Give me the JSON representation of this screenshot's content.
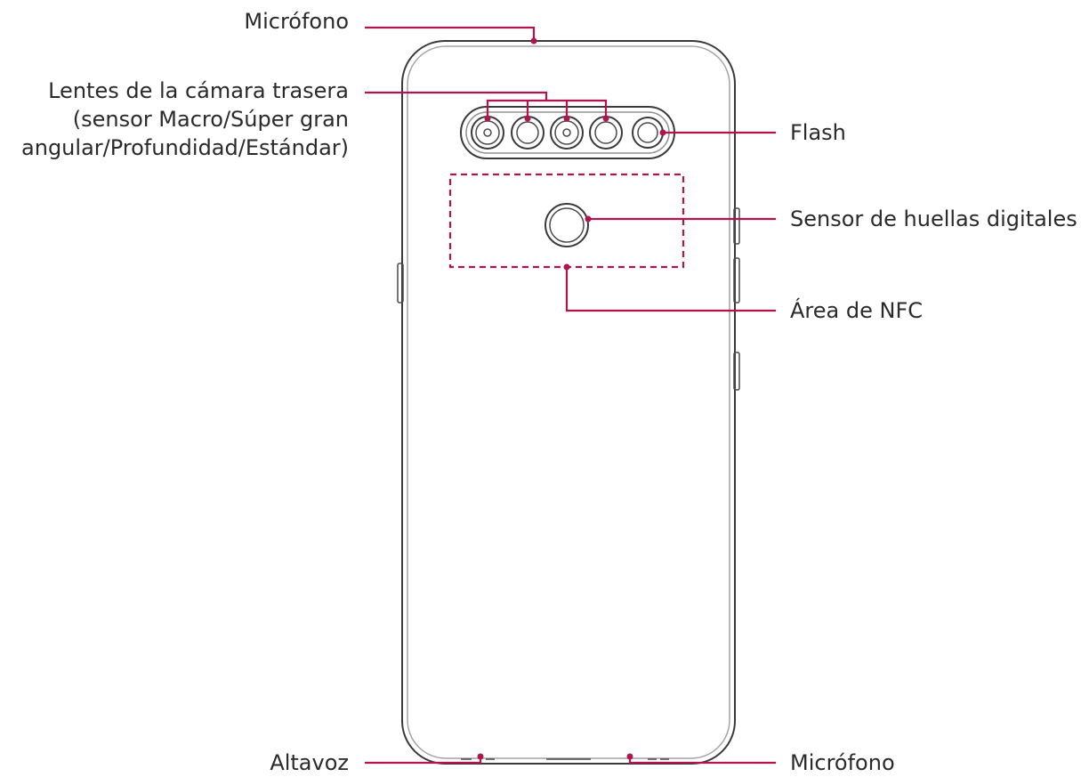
{
  "colors": {
    "accent": "#b0154f",
    "outline": "#3a3a3a",
    "text": "#2a2a2a"
  },
  "labels": {
    "mic_top": "Micrófono",
    "rear_camera_line1": "Lentes de la cámara trasera",
    "rear_camera_line2": "(sensor Macro/Súper gran",
    "rear_camera_line3": "angular/Profundidad/Estándar)",
    "flash": "Flash",
    "fingerprint": "Sensor de huellas digitales",
    "nfc": "Área de NFC",
    "speaker": "Altavoz",
    "mic_bottom": "Micrófono"
  }
}
